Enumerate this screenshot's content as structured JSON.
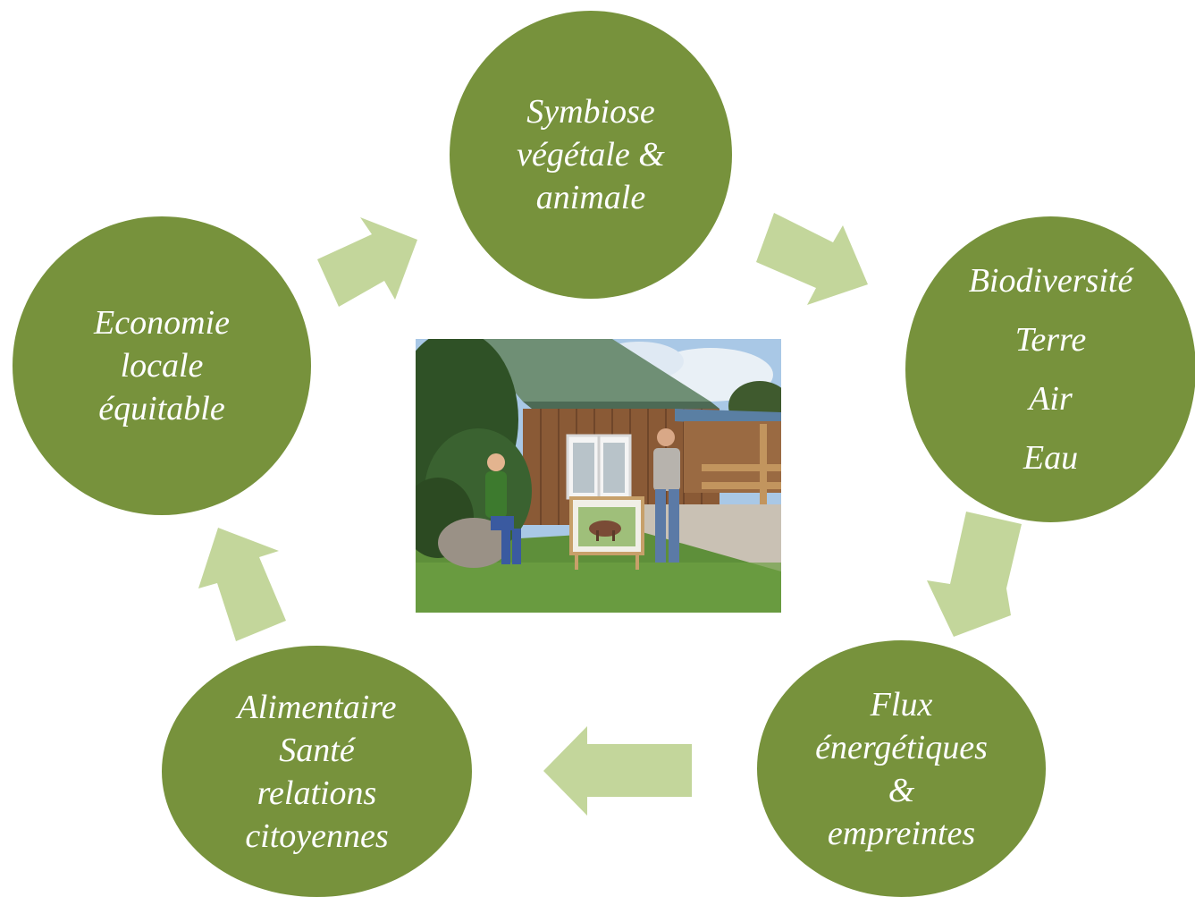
{
  "colors": {
    "node": "#77923c",
    "arrow": "#c3d69b",
    "text": "#ffffff"
  },
  "nodes": {
    "top": {
      "lines": [
        "Symbiose",
        "végétale &",
        "animale"
      ]
    },
    "right": {
      "lines": [
        "Biodiversité",
        "Terre",
        "Air",
        "Eau"
      ]
    },
    "bottom_right": {
      "lines": [
        "Flux",
        "énergétiques",
        "&",
        "empreintes"
      ]
    },
    "bottom_left": {
      "lines": [
        "Alimentaire",
        "Santé",
        "relations",
        "citoyennes"
      ]
    },
    "left": {
      "lines": [
        "Economie",
        "locale",
        "équitable"
      ]
    }
  }
}
